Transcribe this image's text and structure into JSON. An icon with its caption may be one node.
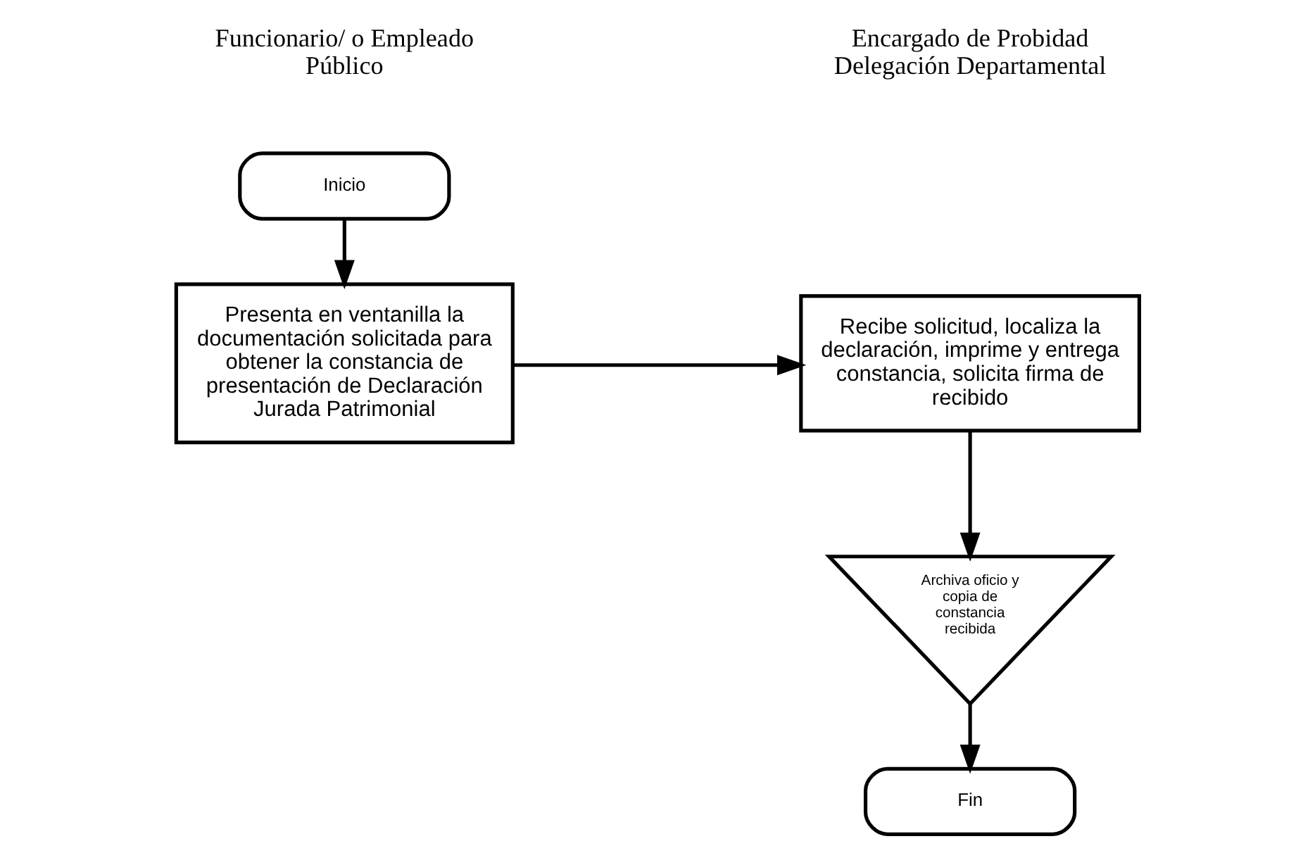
{
  "diagram": {
    "nodes": [
      {
        "text": [
          "Inicio"
        ]
      },
      {
        "text": [
          "Presenta en ventanilla la documentación solicitada para obtener la constancia de presentación de Declaración Jurada Patrimonial"
        ]
      },
      {
        "text": [
          "Recibe solicitud, localiza la declaración, imprime y entrega constancia, solicita firma de recibido"
        ]
      },
      {
        "text": [
          "Archiva oficio y copia de constancia recibida"
        ]
      },
      {
        "text": [
          "Fin"
        ]
      }
    ],
    "edges": [
      {
        "from": 0,
        "to": 1,
        "arrow": "to"
      },
      {
        "from": 1,
        "to": 2,
        "arrow": "to"
      },
      {
        "from": 2,
        "to": 3,
        "arrow": "to"
      },
      {
        "from": 3,
        "to": 4,
        "arrow": "to"
      }
    ],
    "labels": [
      "Funcionario/ o Empleado Público",
      "Encargado de Probidad Delegación Departamental"
    ]
  }
}
